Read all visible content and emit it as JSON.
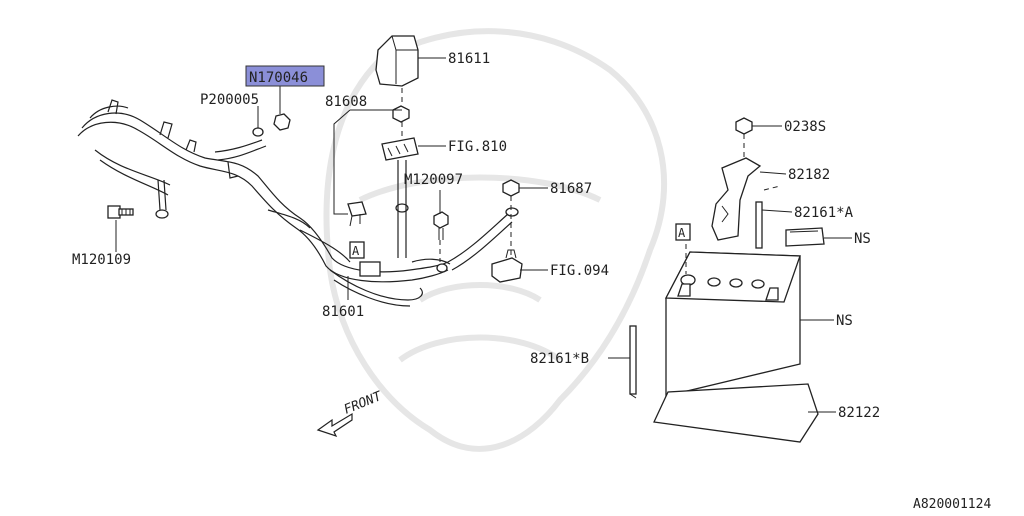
{
  "diagram_id": "A820001124",
  "highlight_color": "#8b8fd8",
  "callouts": {
    "n170046": "N170046",
    "p200005": "P200005",
    "m120109": "M120109",
    "p81608": "81608",
    "p81611": "81611",
    "fig810": "FIG.810",
    "m120097": "M120097",
    "p81687": "81687",
    "fig094": "FIG.094",
    "p81601": "81601",
    "p02385": "0238S",
    "p82182": "82182",
    "p82161a": "82161*A",
    "ns_top": "NS",
    "ns_battery": "NS",
    "p82161b": "82161*B",
    "p82122": "82122"
  },
  "ref_marks": {
    "left": "A",
    "right": "A"
  },
  "front_label": "FRONT"
}
